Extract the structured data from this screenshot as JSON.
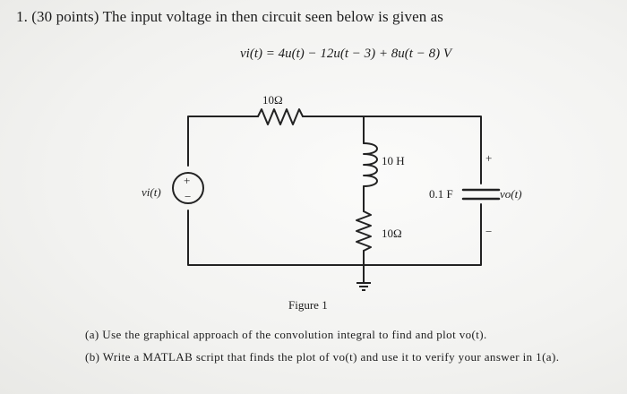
{
  "problem": {
    "heading": "1. (30 points) The input voltage in then circuit seen below is given as",
    "equation": "vi(t) = 4u(t) − 12u(t − 3) + 8u(t − 8) V"
  },
  "circuit": {
    "top_resistor": "10Ω",
    "inductor": "10 H",
    "bottom_resistor": "10Ω",
    "capacitor": "0.1 F",
    "source_label": "vi(t)",
    "source_plus": "+",
    "source_minus": "−",
    "output_label": "vo(t)",
    "output_plus": "+",
    "output_minus": "−"
  },
  "figure_caption": "Figure 1",
  "parts": {
    "a": "(a) Use the graphical approach of the convolution integral to find and plot vo(t).",
    "b": "(b) Write a MATLAB script that finds the plot of vo(t) and use it to verify your answer in 1(a)."
  }
}
